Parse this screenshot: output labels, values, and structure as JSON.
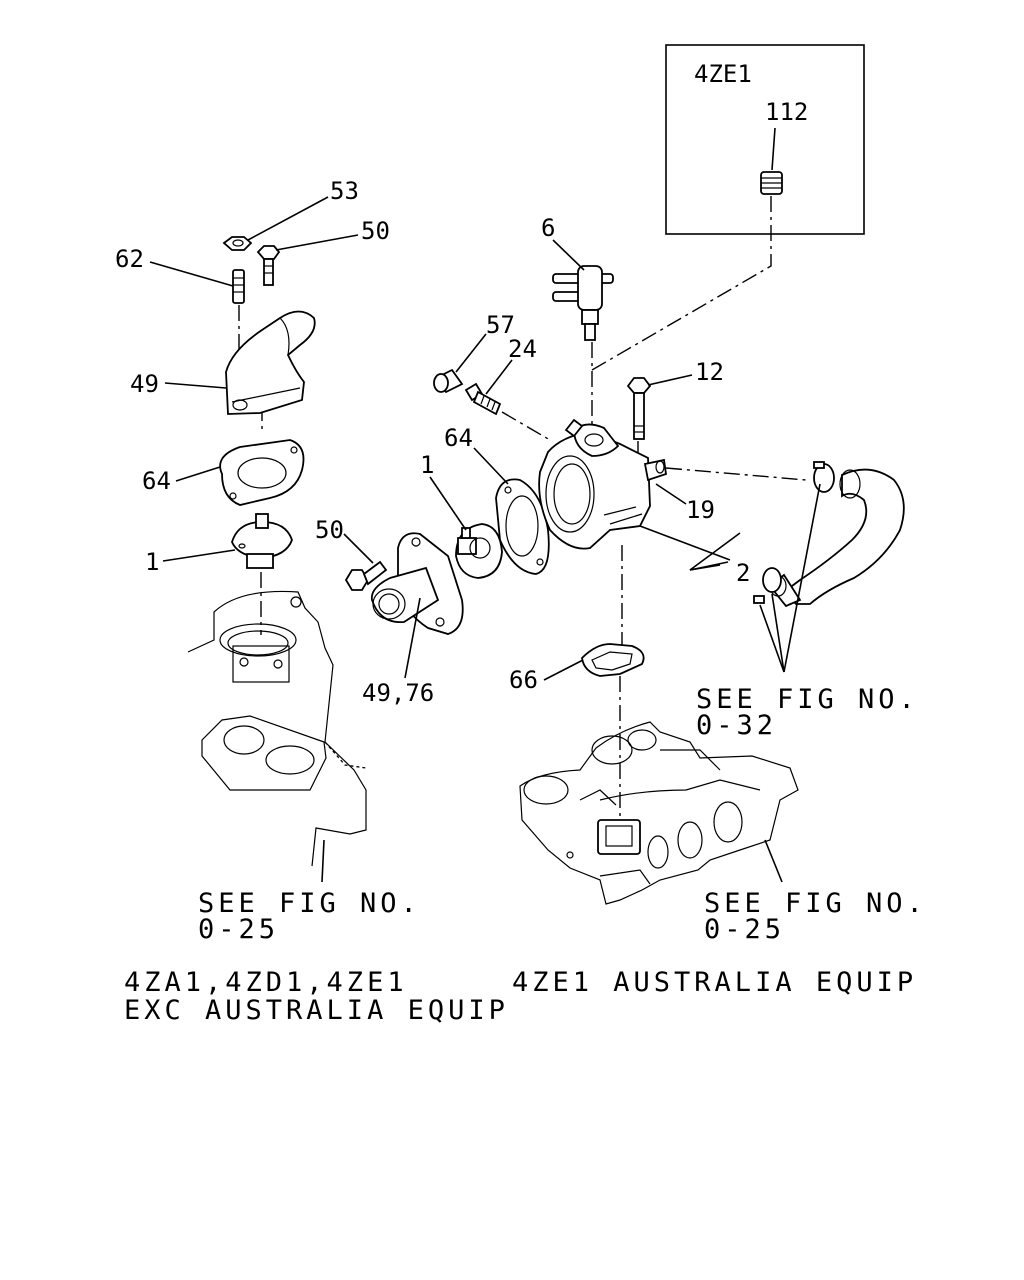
{
  "inset": {
    "engine_label": "4ZE1",
    "part_number": "112"
  },
  "callouts": {
    "c53": "53",
    "c50_top": "50",
    "c62": "62",
    "c49": "49",
    "c64_left": "64",
    "c1_left": "1",
    "c6": "6",
    "c57": "57",
    "c24": "24",
    "c12": "12",
    "c64_mid": "64",
    "c1_mid": "1",
    "c19": "19",
    "c2": "2",
    "c50_mid": "50",
    "c49_76": "49,76",
    "c66": "66"
  },
  "references": {
    "see_fig_032_line1": "SEE FIG NO.",
    "see_fig_032_line2": "0-32",
    "see_fig_025_left_line1": "SEE FIG NO.",
    "see_fig_025_left_line2": "0-25",
    "see_fig_025_right_line1": "SEE FIG NO.",
    "see_fig_025_right_line2": "0-25"
  },
  "captions": {
    "left_line1": "4ZA1,4ZD1,4ZE1",
    "left_line2": "EXC AUSTRALIA EQUIP",
    "right": "4ZE1 AUSTRALIA EQUIP"
  }
}
